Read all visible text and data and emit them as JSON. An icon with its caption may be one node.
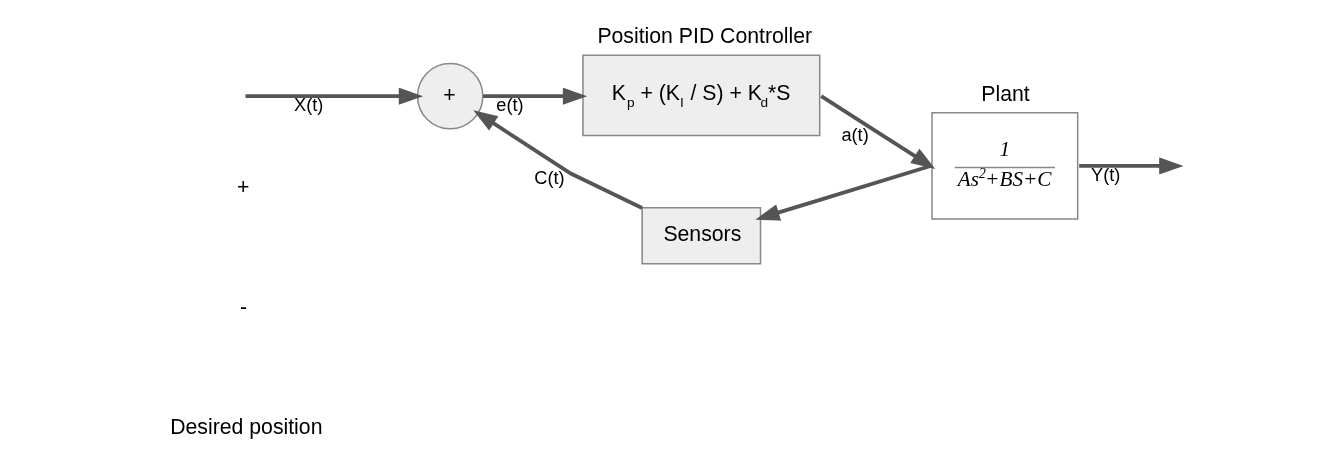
{
  "diagram": {
    "nodes": [
      {
        "text": [
          "+"
        ]
      },
      {
        "text": [
          "Position PID Controller",
          "K$_{p}$ + (K$_{I}$ / S) + K$_{d}$*S"
        ]
      },
      {
        "text": [
          "Plant",
          "1",
          "As$^{2}$+BS+C"
        ]
      },
      {
        "text": [
          "Sensors"
        ]
      }
    ],
    "edges": [
      {
        "from": null,
        "to": 0,
        "arrow": "to",
        "label": "X(t)"
      },
      {
        "from": 0,
        "to": 1,
        "arrow": "to",
        "label": "e(t)"
      },
      {
        "from": 1,
        "to": 2,
        "arrow": "to",
        "label": "a(t)"
      },
      {
        "from": 2,
        "to": null,
        "arrow": "to",
        "label": "Y(t)"
      },
      {
        "from": 2,
        "to": 3,
        "arrow": "to"
      },
      {
        "from": 3,
        "to": 0,
        "arrow": "to",
        "label": "C(t)"
      }
    ],
    "labels": [
      "+",
      "-",
      "Desired position"
    ]
  }
}
